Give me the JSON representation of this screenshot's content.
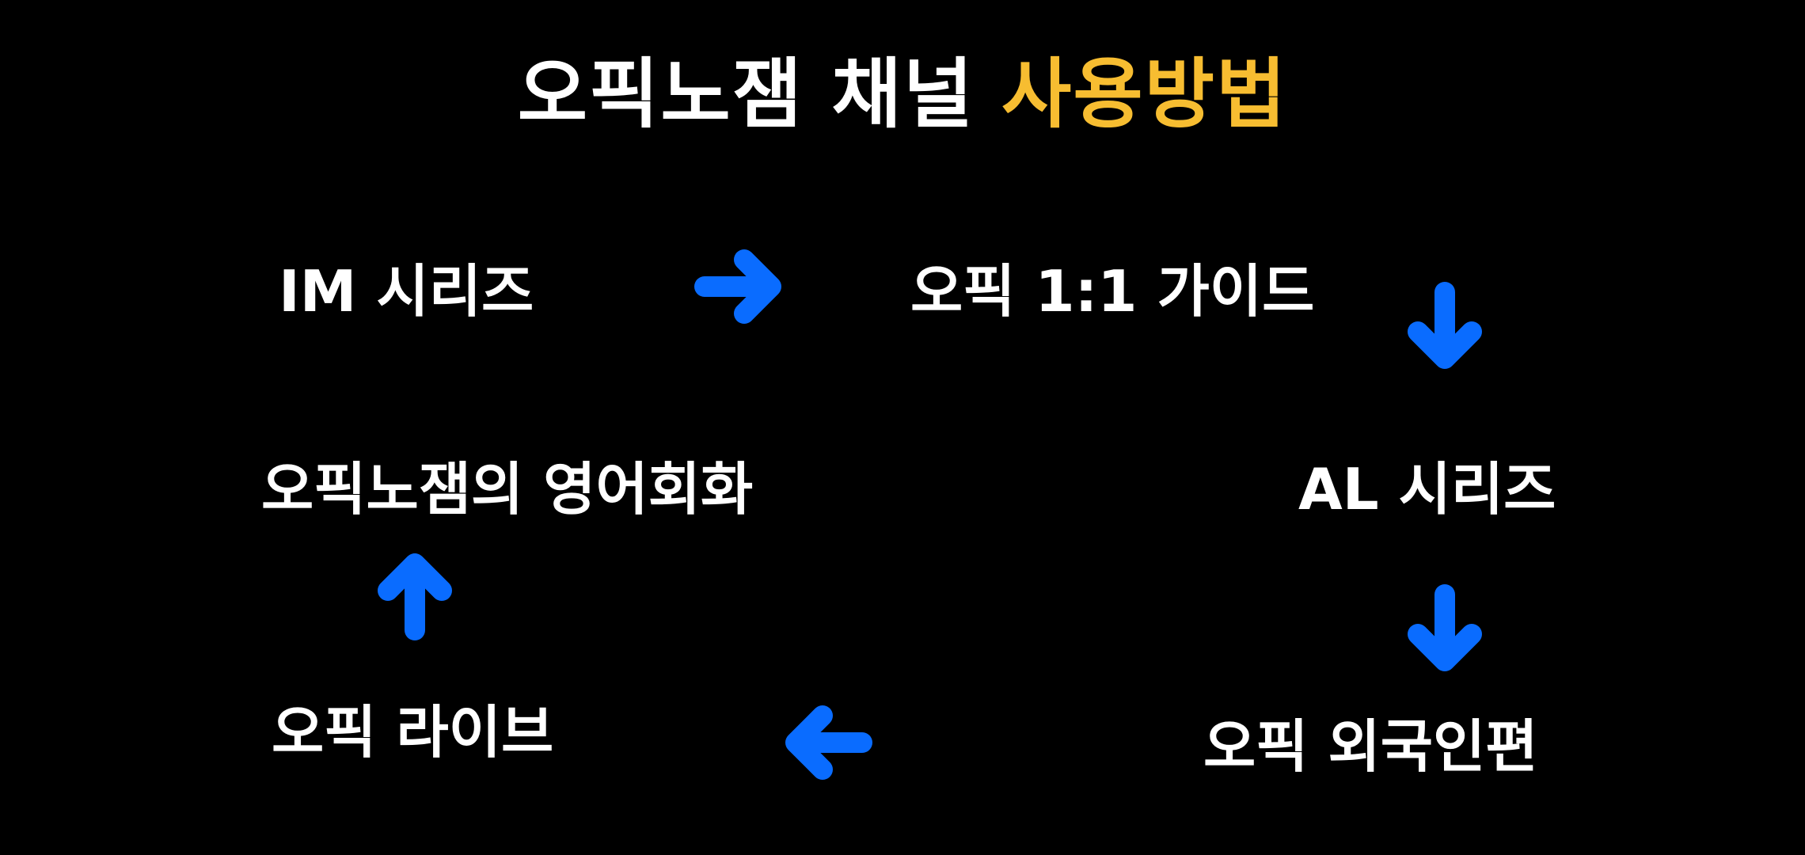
{
  "title": {
    "main": "오픽노잼 채널",
    "highlight": "사용방법"
  },
  "colors": {
    "background": "#000000",
    "text": "#ffffff",
    "highlight": "#f7bd31",
    "arrow": "#0a6cff"
  },
  "nodes": {
    "im_series": "IM 시리즈",
    "guide": "오픽 1:1 가이드",
    "al_series": "AL 시리즈",
    "foreigner": "오픽 외국인편",
    "live": "오픽 라이브",
    "conversation": "오픽노잼의 영어회화"
  },
  "arrows": [
    "arrow-right-icon",
    "arrow-down-icon",
    "arrow-down-icon",
    "arrow-left-icon",
    "arrow-up-icon"
  ]
}
